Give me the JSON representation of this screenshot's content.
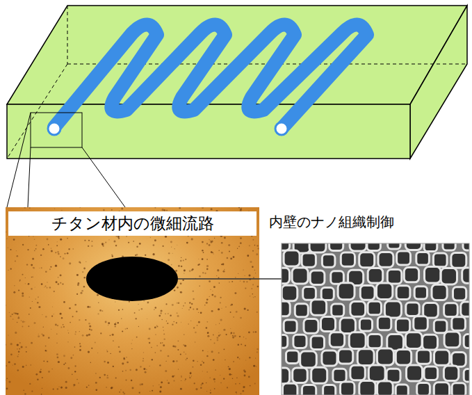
{
  "diagram": {
    "nodes": [
      {
        "text": [
          "チタン材内の微細流路"
        ]
      },
      {
        "text": [
          "内壁のナノ組織制御"
        ]
      }
    ],
    "edges": [
      {
        "from": 0,
        "to": 1,
        "arrow": "none"
      }
    ]
  }
}
